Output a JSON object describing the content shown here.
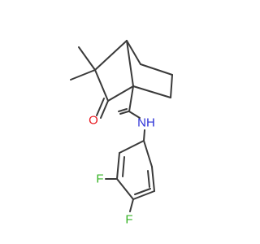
{
  "molecule": {
    "atoms": {
      "oxygen": {
        "symbol": "O",
        "color": "#e8141b"
      },
      "nitrogen": {
        "symbol": "NH",
        "color": "#2a2fd6"
      },
      "fluorine_1": {
        "symbol": "F",
        "color": "#35b324"
      },
      "fluorine_2": {
        "symbol": "F",
        "color": "#35b324"
      }
    },
    "bond_color": "#3a3a3a"
  }
}
